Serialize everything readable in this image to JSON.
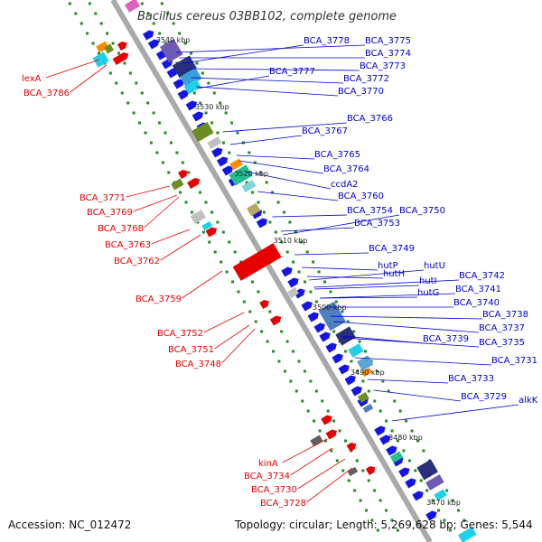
{
  "title": "Bacillus cereus 03BB102, complete genome",
  "footer": {
    "accession": "Accession: NC_012472",
    "summary": "Topology: circular; Length: 5,269,628 bp; Genes: 5,544"
  },
  "colors": {
    "backbone": "#a9a9a9",
    "forward_gene": "#1414e6",
    "reverse_gene": "#e60000",
    "tick_dot": "#228b22",
    "right_label": "#0000cc",
    "left_label": "#e60000"
  },
  "scale": [
    "3540 kbp",
    "3530 kbp",
    "3520 kbp",
    "3510 kbp",
    "3500 kbp",
    "3490 kbp",
    "3480 kbp",
    "3470 kbp"
  ],
  "right_labels": [
    "BCA_3778",
    "BCA_3775",
    "BCA_3774",
    "BCA_3777",
    "BCA_3773",
    "BCA_3772",
    "BCA_3770",
    "BCA_3766",
    "BCA_3767",
    "BCA_3765",
    "BCA_3764",
    "ccdA2",
    "BCA_3760",
    "BCA_3754",
    "BCA_3750",
    "BCA_3753",
    "BCA_3749",
    "hutP",
    "hutU",
    "hutH",
    "BCA_3742",
    "hutI",
    "BCA_3741",
    "hutG",
    "BCA_3740",
    "BCA_3738",
    "BCA_3737",
    "BCA_3739",
    "BCA_3735",
    "BCA_3731",
    "BCA_3733",
    "BCA_3729",
    "alkK"
  ],
  "left_labels": [
    "lexA",
    "BCA_3786",
    "BCA_3771",
    "BCA_3769",
    "BCA_3768",
    "BCA_3763",
    "BCA_3762",
    "BCA_3759",
    "BCA_3752",
    "BCA_3751",
    "BCA_3748",
    "kinA",
    "BCA_3734",
    "BCA_3730",
    "BCA_3728"
  ]
}
